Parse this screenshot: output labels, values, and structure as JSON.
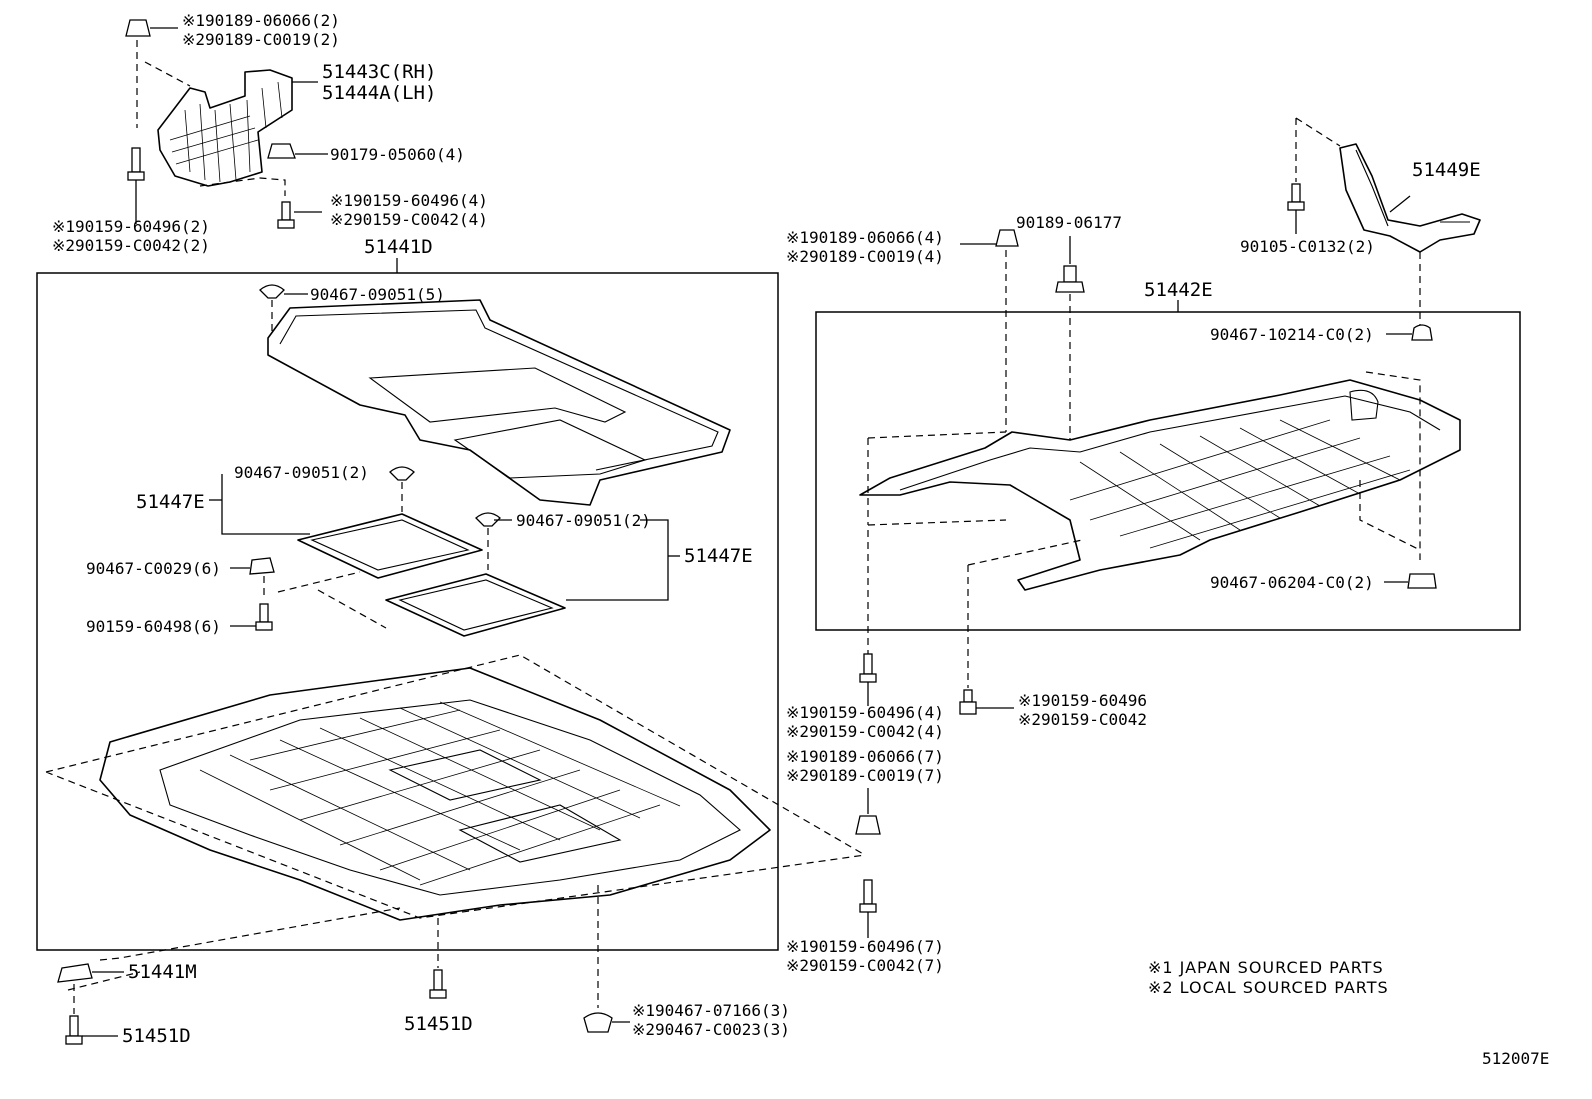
{
  "diagram_id": "512007E",
  "notes": {
    "note1": "※1 JAPAN SOURCED PARTS",
    "note2": "※2 LOCAL SOURCED PARTS"
  },
  "parts": {
    "p_51443C": "51443C(RH)",
    "p_51444A": "51444A(LH)",
    "p_c1_top": "※190189-06066(2)",
    "p_c2_top": "※290189-C0019(2)",
    "p_90179": "90179-05060(4)",
    "p_b1_mid": "※190159-60496(4)",
    "p_b2_mid": "※290159-C0042(4)",
    "p_b1_left": "※190159-60496(2)",
    "p_b2_left": "※290159-C0042(2)",
    "p_51441D": "51441D",
    "p_90467_5": "90467-09051(5)",
    "p_90467_2a": "90467-09051(2)",
    "p_51447E_a": "51447E",
    "p_90467_2b": "90467-09051(2)",
    "p_51447E_b": "51447E",
    "p_90467_C0029": "90467-C0029(6)",
    "p_90159_60498": "90159-60498(6)",
    "p_51441M": "51441M",
    "p_51451D_a": "51451D",
    "p_51451D_b": "51451D",
    "p_clip_b1": "※190467-07166(3)",
    "p_clip_b2": "※290467-C0023(3)",
    "p_r_c1": "※190189-06066(4)",
    "p_r_c2": "※290189-C0019(4)",
    "p_90189_06177": "90189-06177",
    "p_51449E": "51449E",
    "p_90105": "90105-C0132(2)",
    "p_51442E": "51442E",
    "p_90467_10214": "90467-10214-C0(2)",
    "p_90467_06204": "90467-06204-C0(2)",
    "p_rb1_a": "※190159-60496(4)",
    "p_rb2_a": "※290159-C0042(4)",
    "p_rb1_b": "※190159-60496",
    "p_rb2_b": "※290159-C0042",
    "p_rc1_7": "※190189-06066(7)",
    "p_rc2_7": "※290189-C0019(7)",
    "p_rb1_7": "※190159-60496(7)",
    "p_rb2_7": "※290159-C0042(7)"
  }
}
